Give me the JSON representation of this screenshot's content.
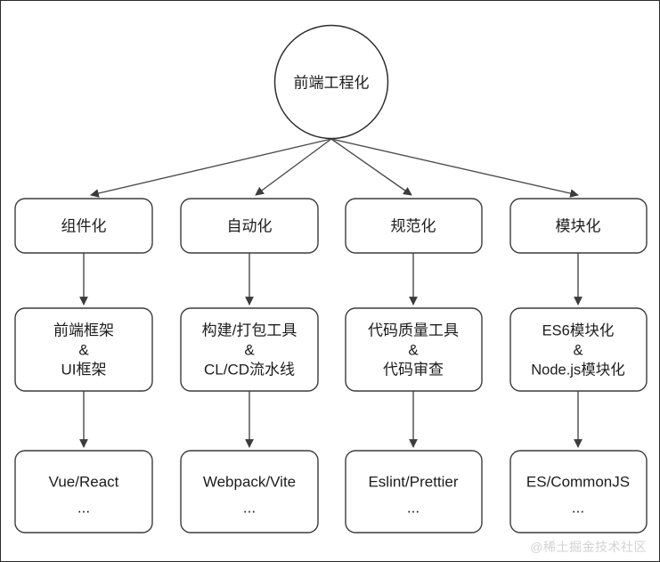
{
  "diagram": {
    "type": "tree",
    "title": "前端工程化",
    "root": {
      "label": "前端工程化",
      "shape": "circle"
    },
    "columns": [
      {
        "level1": "组件化",
        "level2": [
          "前端框架",
          "&",
          "UI框架"
        ],
        "level3": [
          "Vue/React",
          "..."
        ]
      },
      {
        "level1": "自动化",
        "level2": [
          "构建/打包工具",
          "&",
          "CL/CD流水线"
        ],
        "level3": [
          "Webpack/Vite",
          "..."
        ]
      },
      {
        "level1": "规范化",
        "level2": [
          "代码质量工具",
          "&",
          "代码审查"
        ],
        "level3": [
          "Eslint/Prettier",
          "..."
        ]
      },
      {
        "level1": "模块化",
        "level2": [
          "ES6模块化",
          "&",
          "Node.js模块化"
        ],
        "level3": [
          "ES/CommonJS",
          "..."
        ]
      }
    ]
  },
  "watermark": {
    "text": "@稀土掘金技术社区"
  },
  "colors": {
    "background": "#ffffff",
    "stroke": "#3c3c3c",
    "text": "#1c1c1c",
    "watermark": "#d2d2d2",
    "frame": "#2b2b2b"
  }
}
